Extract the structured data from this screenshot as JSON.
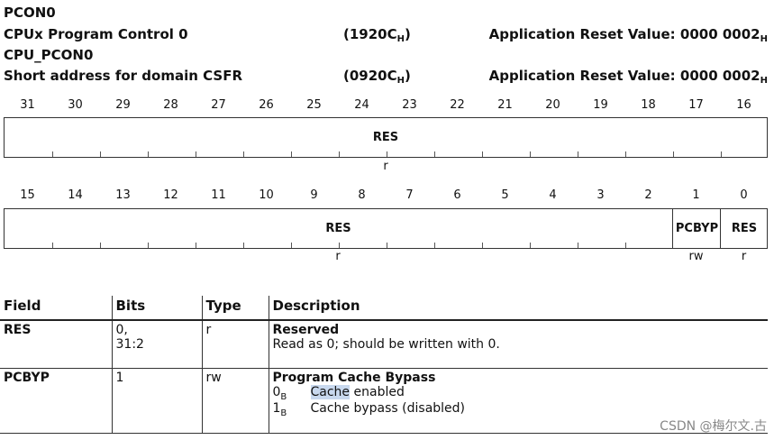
{
  "header": {
    "line1": "PCON0",
    "line2_name": "CPUx Program Control 0",
    "line2_addr": "(1920C",
    "line2_addr_sub": "H",
    "line2_addr_close": ")",
    "line2_reset": "Application Reset Value: 0000 0002",
    "line2_reset_sub": "H",
    "line3": "CPU_PCON0",
    "line4_name": "Short address for domain CSFR",
    "line4_addr": "(0920C",
    "line4_addr_sub": "H",
    "line4_addr_close": ")",
    "line4_reset": "Application Reset Value: 0000 0002",
    "line4_reset_sub": "H"
  },
  "upper_bits": [
    "31",
    "30",
    "29",
    "28",
    "27",
    "26",
    "25",
    "24",
    "23",
    "22",
    "21",
    "20",
    "19",
    "18",
    "17",
    "16"
  ],
  "lower_bits": [
    "15",
    "14",
    "13",
    "12",
    "11",
    "10",
    "9",
    "8",
    "7",
    "6",
    "5",
    "4",
    "3",
    "2",
    "1",
    "0"
  ],
  "upper_fields": {
    "res_label": "RES",
    "res_access": "r"
  },
  "lower_fields": {
    "res_label": "RES",
    "res_access": "r",
    "pcbyp_label": "PCBYP",
    "pcbyp_access": "rw",
    "res0_label": "RES",
    "res0_access": "r"
  },
  "table": {
    "headers": {
      "field": "Field",
      "bits": "Bits",
      "type": "Type",
      "description": "Description"
    },
    "rows": [
      {
        "field": "RES",
        "bits_line1": "0,",
        "bits_line2": "31:2",
        "type": "r",
        "title": "Reserved",
        "detail": "Read as 0; should be written with 0."
      },
      {
        "field": "PCBYP",
        "bits": "1",
        "type": "rw",
        "title": "Program Cache Bypass",
        "enum0_code": "0",
        "enum0_sub": "B",
        "enum0_word": "Cache",
        "enum0_rest": " enabled",
        "enum1_code": "1",
        "enum1_sub": "B",
        "enum1_text": "Cache bypass (disabled)"
      }
    ]
  },
  "watermark": "CSDN @梅尔文.古"
}
